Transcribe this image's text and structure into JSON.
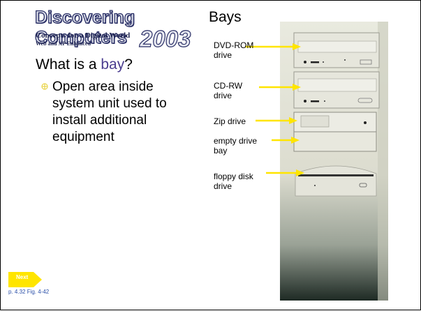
{
  "logo": {
    "title": "Discovering Computers",
    "year": "2003",
    "subtitle": "Concepts for a Digital World",
    "edition": "Web and XP Enhanced"
  },
  "slide": {
    "title": "Bays",
    "question_prefix": "What is a ",
    "question_keyword": "bay",
    "question_suffix": "?",
    "bullet": "Open area inside system unit used to install additional equipment"
  },
  "labels": {
    "dvd": [
      "DVD-ROM",
      "drive"
    ],
    "cdrw": [
      "CD-RW",
      "drive"
    ],
    "zip": [
      "Zip drive"
    ],
    "empty": [
      "empty drive",
      "bay"
    ],
    "floppy": [
      "floppy disk",
      "drive"
    ]
  },
  "nav": {
    "next_label": "Next",
    "page_ref": "p. 4.32 Fig. 4-42"
  },
  "colors": {
    "arrow": "#ffe500",
    "accent": "#4b3d8f",
    "next_button": "#ffe500"
  }
}
